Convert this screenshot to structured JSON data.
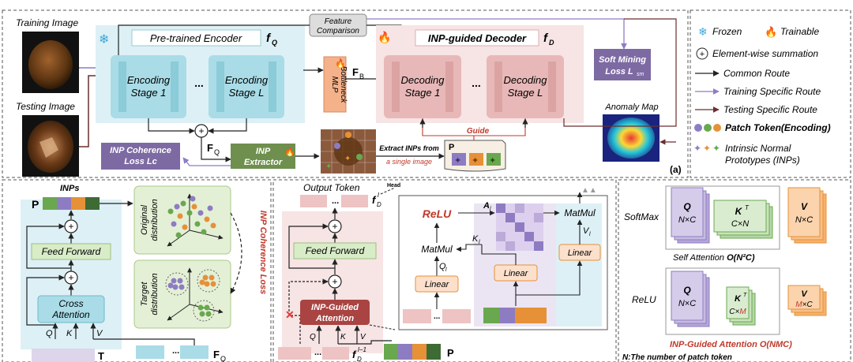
{
  "top": {
    "training_image_label": "Training Image",
    "testing_image_label": "Testing Image",
    "encoder_title": "Pre-trained Encoder",
    "encoder_symbol": "f",
    "encoder_symbol_sub": "Q",
    "decoder_title": "INP-guided Decoder",
    "decoder_symbol": "f",
    "decoder_symbol_sub": "D",
    "enc_stage1": [
      "Encoding",
      "Stage 1"
    ],
    "enc_stageL": [
      "Encoding",
      "Stage L"
    ],
    "dec_stage1": [
      "Decoding",
      "Stage 1"
    ],
    "dec_stageL": [
      "Decoding",
      "Stage L"
    ],
    "ellipsis": "...",
    "feature_comparison": [
      "Feature",
      "Comparison"
    ],
    "mlp_bottleneck": [
      "MLP",
      "Bottleneck"
    ],
    "fb_symbol": "F",
    "fb_sub": "B",
    "fq_symbol": "F",
    "fq_sub": "Q",
    "soft_mining": [
      "Soft Mining",
      "Loss L"
    ],
    "soft_mining_sub": "sm",
    "anomaly_map": "Anomaly Map",
    "inp_coherence": [
      "INP Coherence",
      "Loss Lc"
    ],
    "inp_extractor": [
      "INP",
      "Extractor"
    ],
    "extract_text1": "Extract INPs from",
    "extract_text2": "a single image",
    "guide": "Guide",
    "p_label": "P",
    "panel_tag": "(a)"
  },
  "legend": {
    "frozen": "Frozen",
    "trainable": "Trainable",
    "sum": "Element-wise summation",
    "common": "Common Route",
    "training": "Training Specific Route",
    "testing": "Testing Specific Route",
    "patch": "Patch Token(Encoding)",
    "inp1": "Intrinsic Normal",
    "inp2": "Prototypes (INPs)"
  },
  "bl": {
    "p_label": "P",
    "inps_label": "INPs",
    "feed_forward": "Feed Forward",
    "cross_attention": [
      "Cross",
      "Attention"
    ],
    "q": "Q",
    "k": "K",
    "v": "V",
    "t_label": "T",
    "fq_symbol": "F",
    "fq_sub": "Q",
    "original_dist": [
      "Original",
      "distribution"
    ],
    "target_dist": [
      "Target",
      "distribution"
    ],
    "coherence_loss": "INP Coherence Loss",
    "ellipsis": "..."
  },
  "bm": {
    "output_token": "Output Token",
    "fd_symbol": "f",
    "fd_sub": "D",
    "fd_sup": "l",
    "fd_prev_sup": "l−1",
    "head": "Head",
    "feed_forward": "Feed Forward",
    "inp_attention": [
      "INP-Guided",
      "Attention"
    ],
    "q": "Q",
    "k": "K",
    "v": "V",
    "sub_l": "l",
    "relu": "ReLU",
    "matmul": "MatMul",
    "linear": "Linear",
    "a_label": "A",
    "p_label": "P",
    "ellipsis": "..."
  },
  "br": {
    "softmax": "SoftMax",
    "relu": "ReLU",
    "q": "Q",
    "kt": "K",
    "v": "V",
    "nxc": "N×C",
    "cxn": "C×N",
    "cxm_c": "C×",
    "cxm_m": "M",
    "mxc_m": "M",
    "mxc_c": "×C",
    "self_att_pre": "Self Attention ",
    "self_att_bold": "O(N²C)",
    "inp_att": "INP-Guided Attention O(NMC)",
    "n_note": "N:The number of patch token"
  },
  "colors": {
    "frozen_bg": "#ddf0f6",
    "encoder_stage": "#a9dce7",
    "decoder_bg": "#f7e4e4",
    "decoder_stage": "#e8b8b8",
    "purple_box": "#7d6aa3",
    "green_box": "#6e8f4e",
    "inp_green": "#6aa84f",
    "inp_purple": "#8e7cc3",
    "inp_orange": "#e69138",
    "inp_dark": "#3d6b34",
    "red_text": "#c0392b"
  }
}
